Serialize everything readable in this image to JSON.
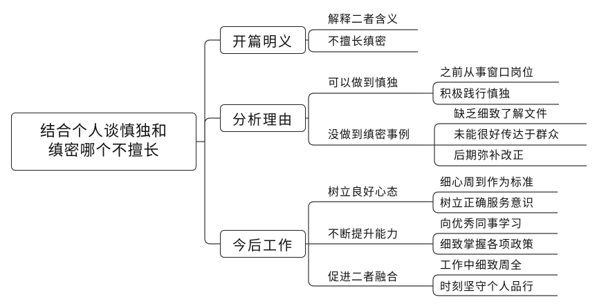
{
  "root": {
    "line1": "结合个人谈慎独和",
    "line2": "缜密哪个不擅长"
  },
  "branches": [
    {
      "label": "开篇明义",
      "children": [
        {
          "label": "解释二者含义"
        },
        {
          "label": "不擅长缜密"
        }
      ]
    },
    {
      "label": "分析理由",
      "children": [
        {
          "label": "可以做到慎独",
          "children": [
            {
              "label": "之前从事窗口岗位"
            },
            {
              "label": "积极践行慎独"
            }
          ]
        },
        {
          "label": "没做到缜密事例",
          "children": [
            {
              "label": "缺乏细致了解文件"
            },
            {
              "label": "未能很好传达于群众"
            },
            {
              "label": "后期弥补改正"
            }
          ]
        }
      ]
    },
    {
      "label": "今后工作",
      "children": [
        {
          "label": "树立良好心态",
          "children": [
            {
              "label": "细心周到作为标准"
            },
            {
              "label": "树立正确服务意识"
            }
          ]
        },
        {
          "label": "不断提升能力",
          "children": [
            {
              "label": "向优秀同事学习"
            },
            {
              "label": "细致掌握各项政策"
            }
          ]
        },
        {
          "label": "促进二者融合",
          "children": [
            {
              "label": "工作中细致周全"
            },
            {
              "label": "时刻坚守个人品行"
            }
          ]
        }
      ]
    }
  ]
}
